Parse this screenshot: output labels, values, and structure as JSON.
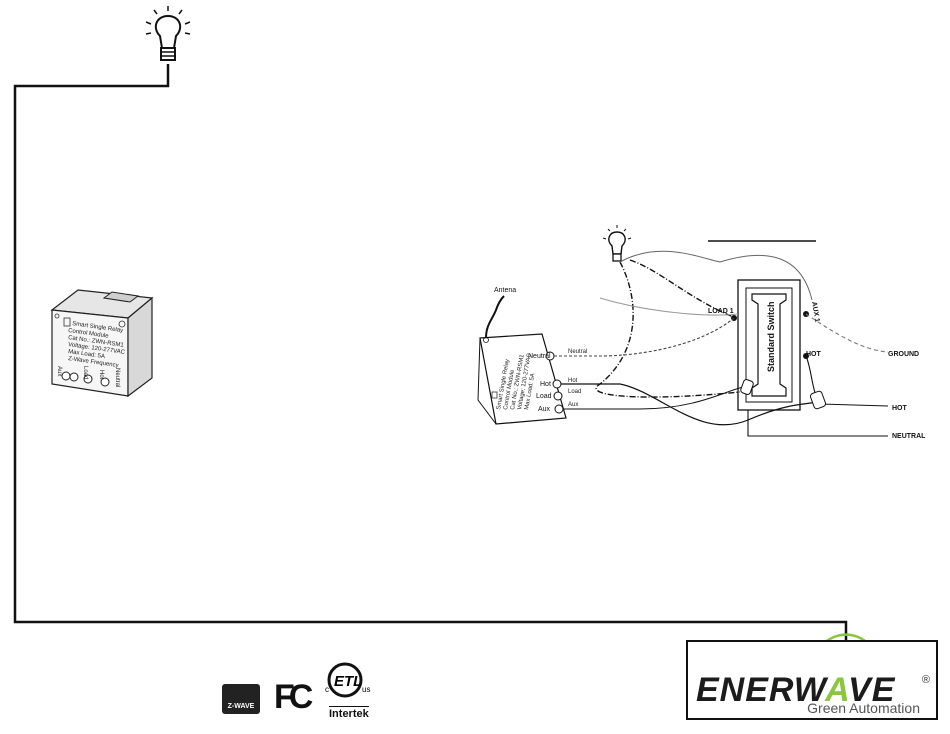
{
  "relay_module": {
    "antenna_label": "Antena",
    "terminals": [
      {
        "label": "Neutral",
        "wire": "Neutral"
      },
      {
        "label": "Hot",
        "wire": "Hot"
      },
      {
        "label": "Load",
        "wire": "Load"
      },
      {
        "label": "Aux",
        "wire": "Aux"
      }
    ]
  },
  "standard_switch": {
    "label": "Standard Switch",
    "load_terminal": "LOAD 1",
    "hot_terminal": "HOT",
    "aux_terminal": "AUX 1"
  },
  "house_wires": {
    "ground": "GROUND",
    "hot": "HOT",
    "neutral": "NEUTRAL"
  },
  "certifications": {
    "zwave": "Z-WAVE",
    "fcc": "FC",
    "etl_c": "c",
    "etl_us": "us",
    "etl_listed": "ETL",
    "intertek": "Intertek"
  },
  "brand": {
    "name_dark": "ENERW",
    "name_green": "A",
    "name_tail": "VE",
    "registered": "®",
    "tagline": "Green Automation"
  },
  "colors": {
    "line": "#111111",
    "brand_green": "#8cc63f"
  }
}
